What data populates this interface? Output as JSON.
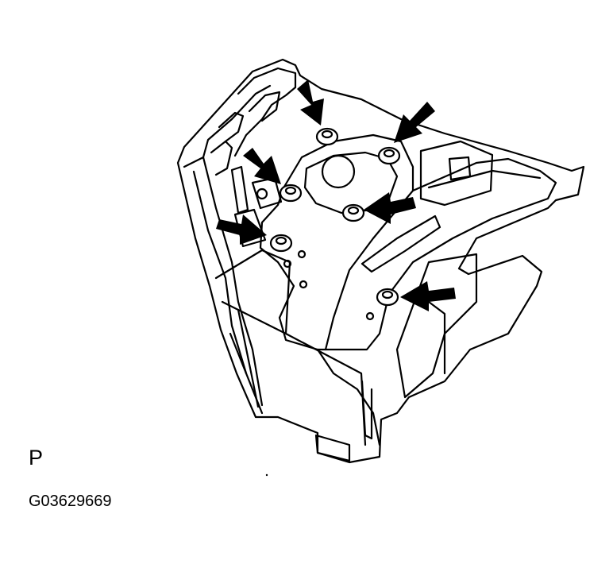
{
  "diagram": {
    "view_label": "P",
    "figure_code": "G03629669",
    "line_color": "#000000",
    "background_color": "#ffffff",
    "arrow_icon": "arrow-icon",
    "bolt_icon": "bolt-icon",
    "arrow_count": 6,
    "bolt_count": 6
  }
}
